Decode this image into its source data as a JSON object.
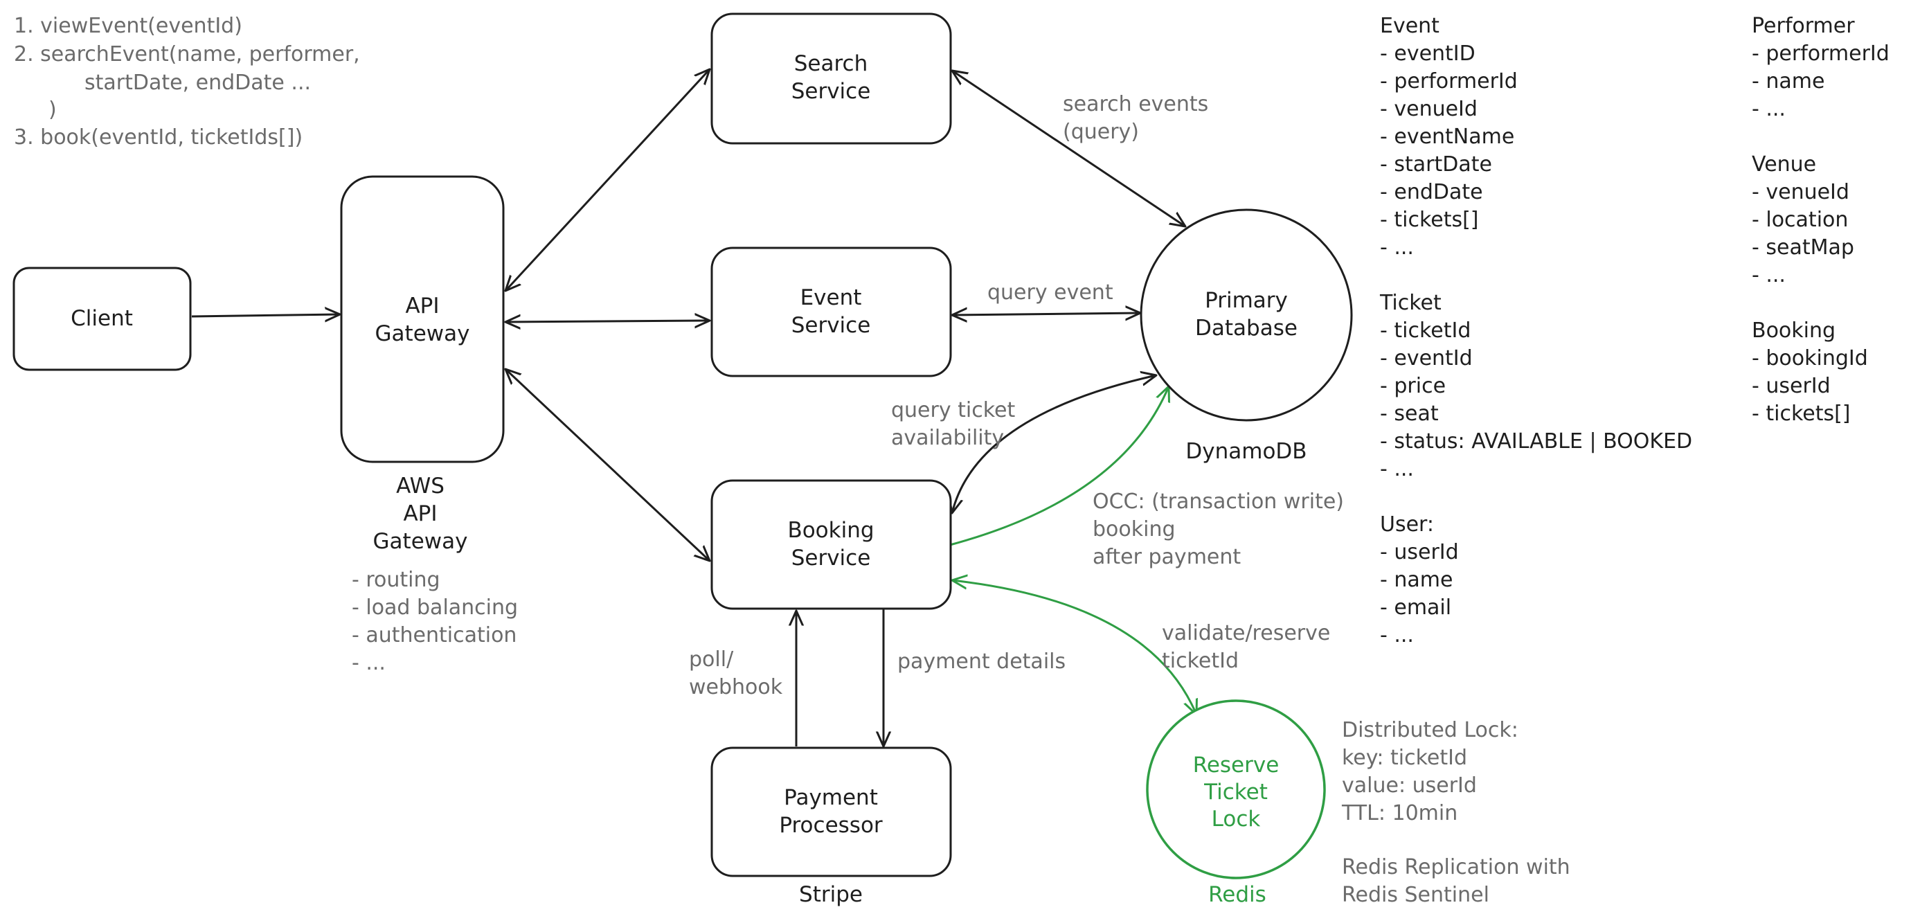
{
  "api_list": [
    "1. viewEvent(eventId)",
    "2. searchEvent(name, performer,",
    "startDate, endDate ...",
    ")",
    "3. book(eventId, ticketIds[])"
  ],
  "nodes": {
    "client": [
      "Client"
    ],
    "api_gateway": [
      "API",
      "Gateway"
    ],
    "search_service": [
      "Search",
      "Service"
    ],
    "event_service": [
      "Event",
      "Service"
    ],
    "booking_service": [
      "Booking",
      "Service"
    ],
    "payment_processor": [
      "Payment",
      "Processor"
    ],
    "primary_database": [
      "Primary",
      "Database"
    ],
    "reserve_lock": [
      "Reserve",
      "Ticket",
      "Lock"
    ]
  },
  "captions": {
    "api_gateway": [
      "AWS",
      "API",
      "Gateway"
    ],
    "database": "DynamoDB",
    "payment": "Stripe",
    "lock": "Redis"
  },
  "gateway_notes": [
    "- routing",
    "- load balancing",
    "- authentication",
    "- ..."
  ],
  "edge_labels": {
    "search_events": [
      "search events",
      "(query)"
    ],
    "query_event": "query event",
    "query_ticket": [
      "query ticket",
      "availability"
    ],
    "occ": [
      "OCC: (transaction write)",
      "booking",
      "after payment"
    ],
    "validate": [
      "validate/reserve",
      "ticketId"
    ],
    "poll": [
      "poll/",
      "webhook"
    ],
    "payment_details": "payment details"
  },
  "lock_notes": [
    "Distributed Lock:",
    "key: ticketId",
    "value: userId",
    "TTL: 10min",
    "",
    "Redis Replication with",
    "Redis Sentinel"
  ],
  "schema": {
    "event": [
      "Event",
      "- eventID",
      "- performerId",
      "- venueId",
      "- eventName",
      "- startDate",
      "- endDate",
      "- tickets[]",
      "- ..."
    ],
    "ticket": [
      "Ticket",
      "- ticketId",
      "- eventId",
      "- price",
      "- seat",
      "- status: AVAILABLE | BOOKED",
      "- ..."
    ],
    "user": [
      "User:",
      "- userId",
      "- name",
      "- email",
      "- ..."
    ],
    "performer": [
      "Performer",
      "- performerId",
      "- name",
      "- ..."
    ],
    "venue": [
      "Venue",
      "- venueId",
      "- location",
      "- seatMap",
      "- ..."
    ],
    "booking": [
      "Booking",
      "- bookingId",
      "- userId",
      "- tickets[]"
    ]
  },
  "colors": {
    "ink": "#1e1e1e",
    "muted": "#6b6b6b",
    "accent_green": "#2f9e44"
  }
}
